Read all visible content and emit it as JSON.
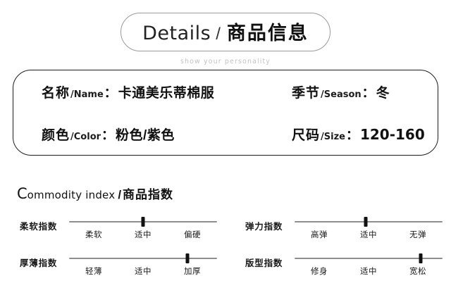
{
  "header": {
    "title_en": "Details",
    "separator": "/",
    "title_cn": "商品信息",
    "tagline": "show your personality"
  },
  "info_box": {
    "fields": [
      {
        "label_cn": "名称",
        "label_en": "/Name",
        "colon": "：",
        "value": "卡通美乐蒂棉服",
        "numeric": false
      },
      {
        "label_cn": "季节",
        "label_en": "/Season",
        "colon": "：",
        "value": "冬",
        "numeric": false
      },
      {
        "label_cn": "颜色",
        "label_en": "/Color",
        "colon": "：",
        "value": "粉色/紫色",
        "numeric": false
      },
      {
        "label_cn": "尺码",
        "label_en": "/Size",
        "colon": "：",
        "value": "120-160",
        "numeric": true
      }
    ]
  },
  "commodity_index": {
    "heading_cap": "C",
    "heading_rest": "ommodity index",
    "heading_slash": "/",
    "heading_cn": "商品指数",
    "sliders": [
      {
        "name": "softness",
        "label": "柔软指数",
        "scale": [
          "柔软",
          "适中",
          "偏硬"
        ],
        "value_index": 1,
        "thumb_percent": 50
      },
      {
        "name": "elasticity",
        "label": "弹力指数",
        "scale": [
          "高弹",
          "适中",
          "无弹"
        ],
        "value_index": 1,
        "thumb_percent": 48
      },
      {
        "name": "thickness",
        "label": "厚薄指数",
        "scale": [
          "轻薄",
          "适中",
          "加厚"
        ],
        "value_index": 2,
        "thumb_percent": 80
      },
      {
        "name": "fit",
        "label": "版型指数",
        "scale": [
          "修身",
          "适中",
          "宽松"
        ],
        "value_index": 2,
        "thumb_percent": 85
      }
    ]
  },
  "colors": {
    "text": "#111111",
    "box_border": "#1d1d1d",
    "pill_border": "#9a9a9a",
    "track": "#8e8e8e",
    "thumb": "#111111",
    "tagline": "#c2c2c2",
    "background": "#ffffff"
  }
}
